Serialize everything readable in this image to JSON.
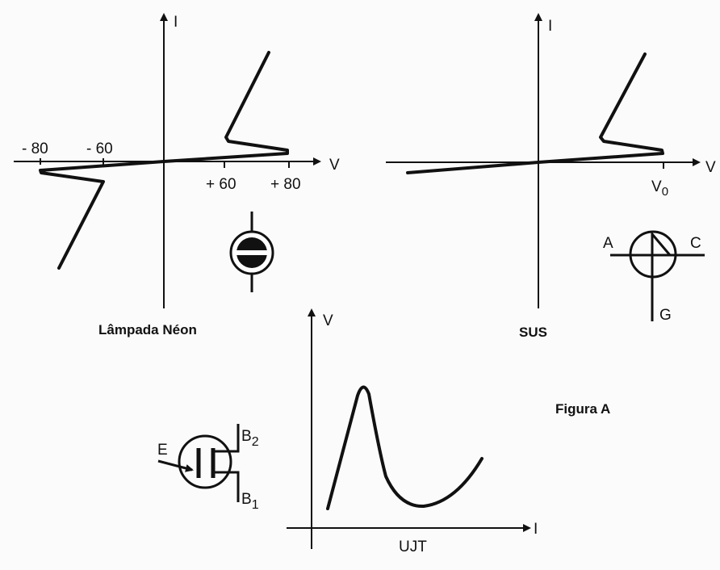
{
  "neon": {
    "title": "Lâmpada Néon",
    "y_label": "I",
    "x_label": "V",
    "ticks": [
      "- 80",
      "- 60",
      "+ 60",
      "+ 80"
    ]
  },
  "sus": {
    "title": "SUS",
    "y_label": "I",
    "x_label": "V",
    "tick_main": "V",
    "tick_sub": "0",
    "pins": {
      "anode": "A",
      "cathode": "C",
      "gate": "G"
    }
  },
  "ujt": {
    "title": "UJT",
    "y_label": "V",
    "x_label": "I",
    "pins": {
      "emitter": "E",
      "b2": "B",
      "b2_sub": "2",
      "b1": "B",
      "b1_sub": "1"
    }
  },
  "caption": "Figura A"
}
